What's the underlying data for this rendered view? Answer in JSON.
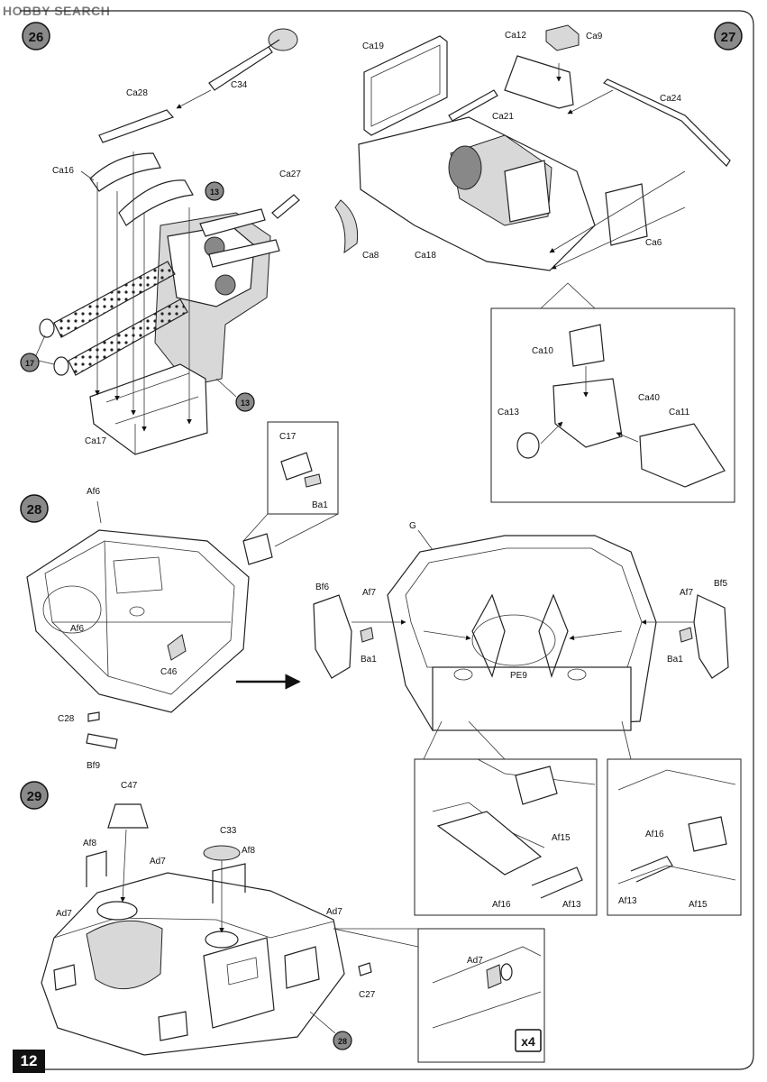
{
  "watermark": "HOBBY SEARCH",
  "page_number": "12",
  "steps": {
    "s26": "26",
    "s27": "27",
    "s28": "28",
    "s29": "29"
  },
  "refs": {
    "r13a": "13",
    "r13b": "13",
    "r17": "17",
    "r28": "28"
  },
  "multiplier": "x4",
  "labels": {
    "C34": "C34",
    "Ca28": "Ca28",
    "Ca16": "Ca16",
    "Ca27": "Ca27",
    "Ca17": "Ca17",
    "Ca19": "Ca19",
    "Ca12": "Ca12",
    "Ca9": "Ca9",
    "Ca21": "Ca21",
    "Ca24": "Ca24",
    "Ca8": "Ca8",
    "Ca18": "Ca18",
    "Ca6": "Ca6",
    "Ca10": "Ca10",
    "Ca40": "Ca40",
    "Ca13": "Ca13",
    "Ca11": "Ca11",
    "C17": "C17",
    "Ba1_inset": "Ba1",
    "Af6_top": "Af6",
    "Af6_mid": "Af6",
    "C46": "C46",
    "C28": "C28",
    "Bf9": "Bf9",
    "G": "G",
    "Bf6": "Bf6",
    "Af7_left": "Af7",
    "Ba1_left": "Ba1",
    "Af7_right": "Af7",
    "Bf5": "Bf5",
    "Ba1_right": "Ba1",
    "PE9": "PE9",
    "Af15_a": "Af15",
    "Af16_a": "Af16",
    "Af13_a": "Af13",
    "Af16_b": "Af16",
    "Af13_b": "Af13",
    "Af15_b": "Af15",
    "C47": "C47",
    "C33": "C33",
    "Af8_left": "Af8",
    "Af8_right": "Af8",
    "Ad7_top": "Ad7",
    "Ad7_left": "Ad7",
    "Ad7_right": "Ad7",
    "Ad7_inset": "Ad7",
    "C27": "C27"
  }
}
